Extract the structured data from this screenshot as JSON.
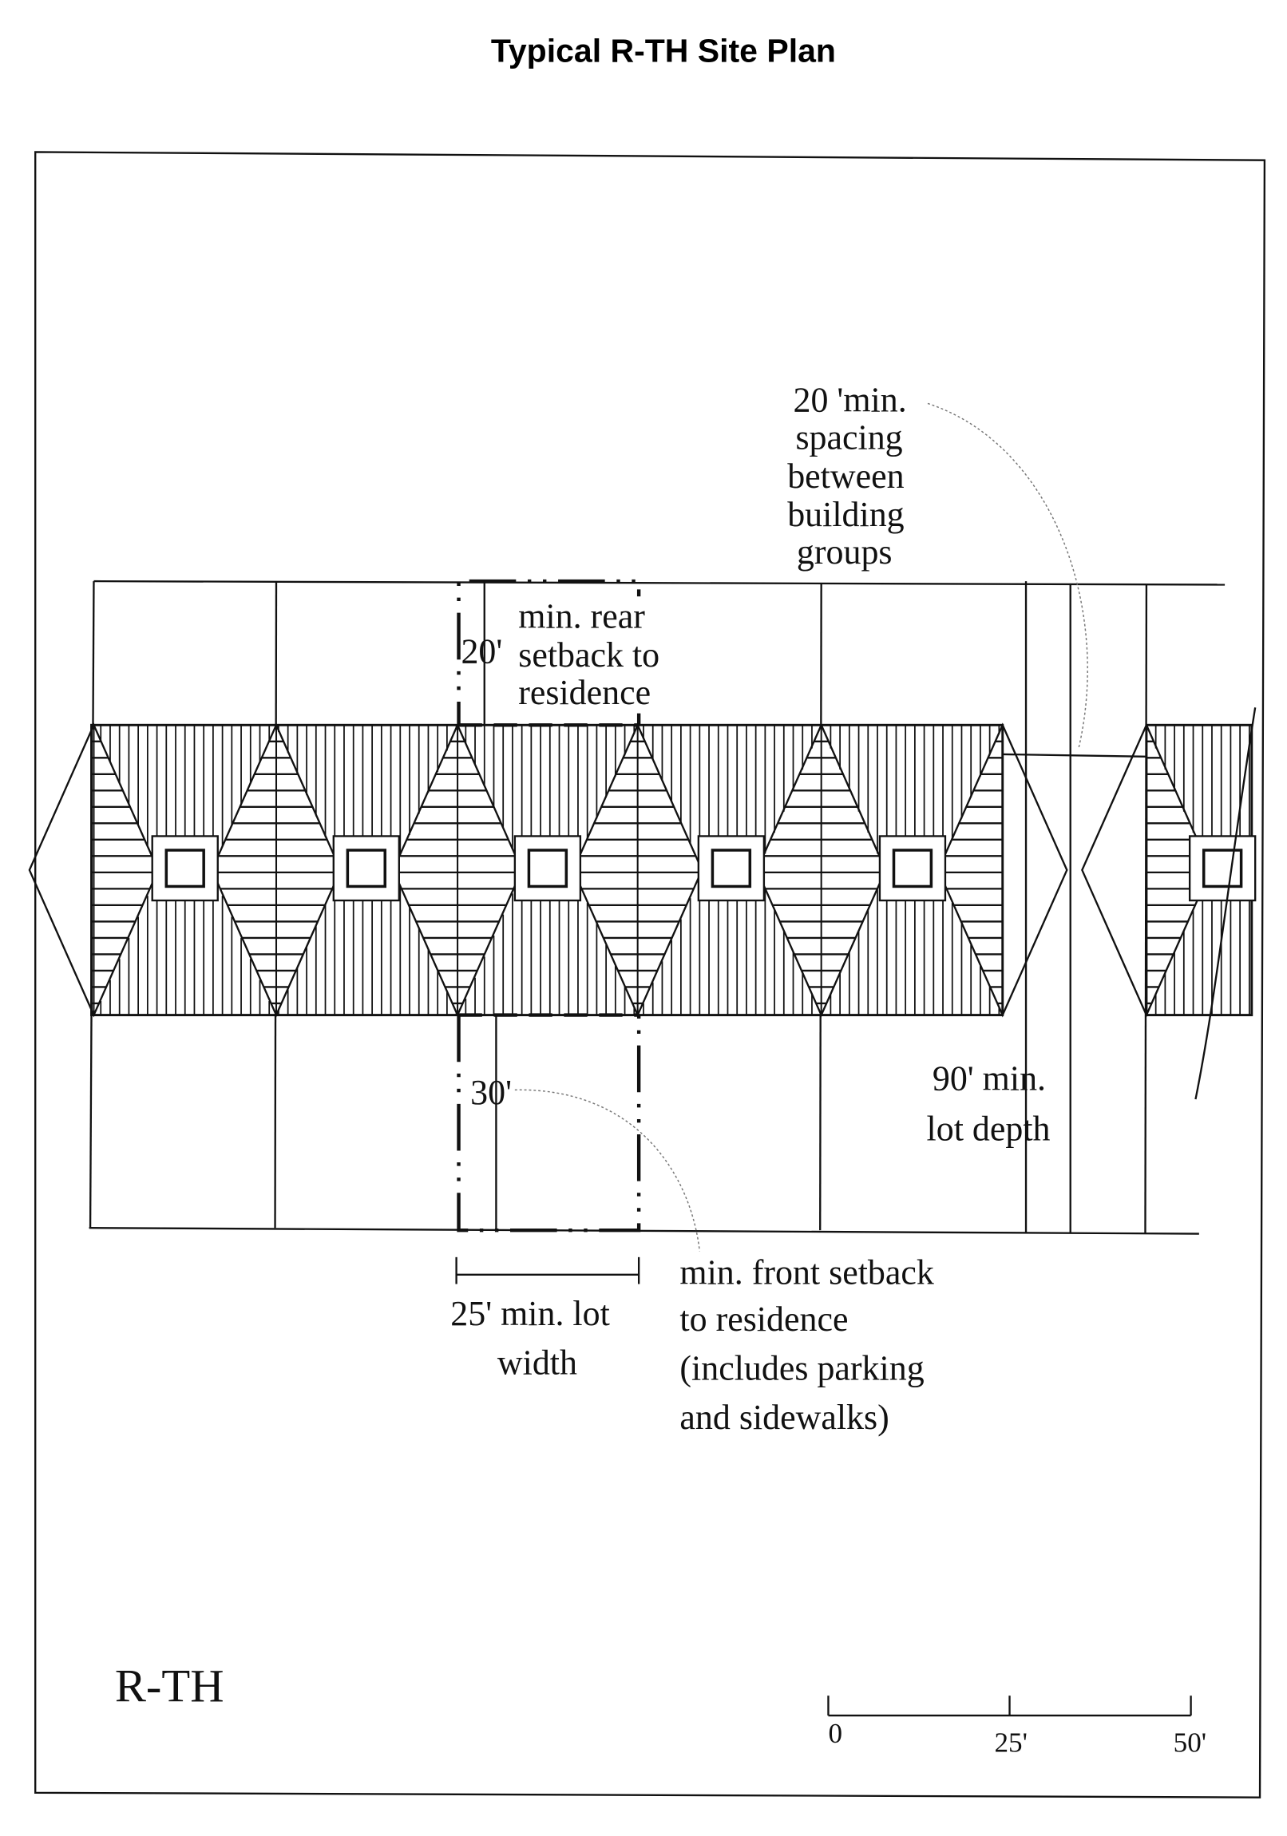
{
  "title": "Typical R-TH Site Plan",
  "labels": {
    "spacing": [
      "20 'min.",
      "spacing",
      "between",
      "building",
      "groups"
    ],
    "rear_setback": {
      "line1": "min. rear",
      "value": "20'",
      "line2": "setback to",
      "line3": "residence"
    },
    "front_value": "30'",
    "lot_depth": [
      "90' min.",
      "lot depth"
    ],
    "front_setback": [
      "min. front setback",
      "to residence",
      "(includes parking",
      "and sidewalks)"
    ],
    "lot_width": [
      "25' min. lot",
      "width"
    ],
    "zone": "R-TH"
  },
  "scale_bar": {
    "ticks": [
      "0",
      "25'",
      "50'"
    ]
  }
}
